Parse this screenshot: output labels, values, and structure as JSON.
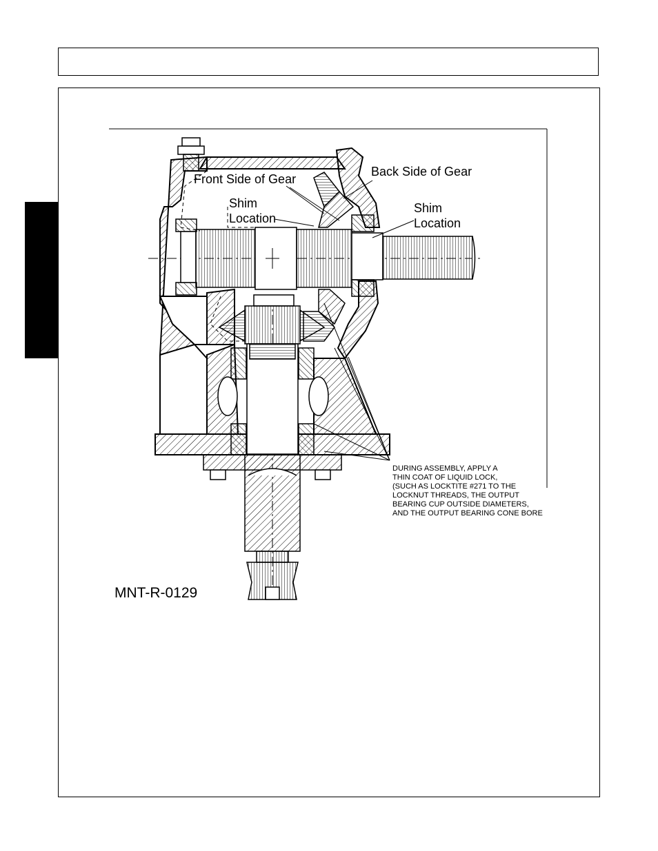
{
  "side_tab_color": "#000000",
  "figure": {
    "labels": {
      "front_side": "Front Side of Gear",
      "back_side": "Back Side of Gear",
      "shim_left_1": "Shim",
      "shim_left_2": "Location",
      "shim_right_1": "Shim",
      "shim_right_2": "Location"
    },
    "note_lines": [
      "DURING ASSEMBLY, APPLY A",
      "THIN COAT OF LIQUID LOCK,",
      "(SUCH AS LOCKTITE #271 TO THE",
      "LOCKNUT THREADS, THE OUTPUT",
      "BEARING CUP OUTSIDE DIAMETERS,",
      "AND THE OUTPUT BEARING CONE BORE"
    ],
    "figure_id": "MNT-R-0129"
  }
}
